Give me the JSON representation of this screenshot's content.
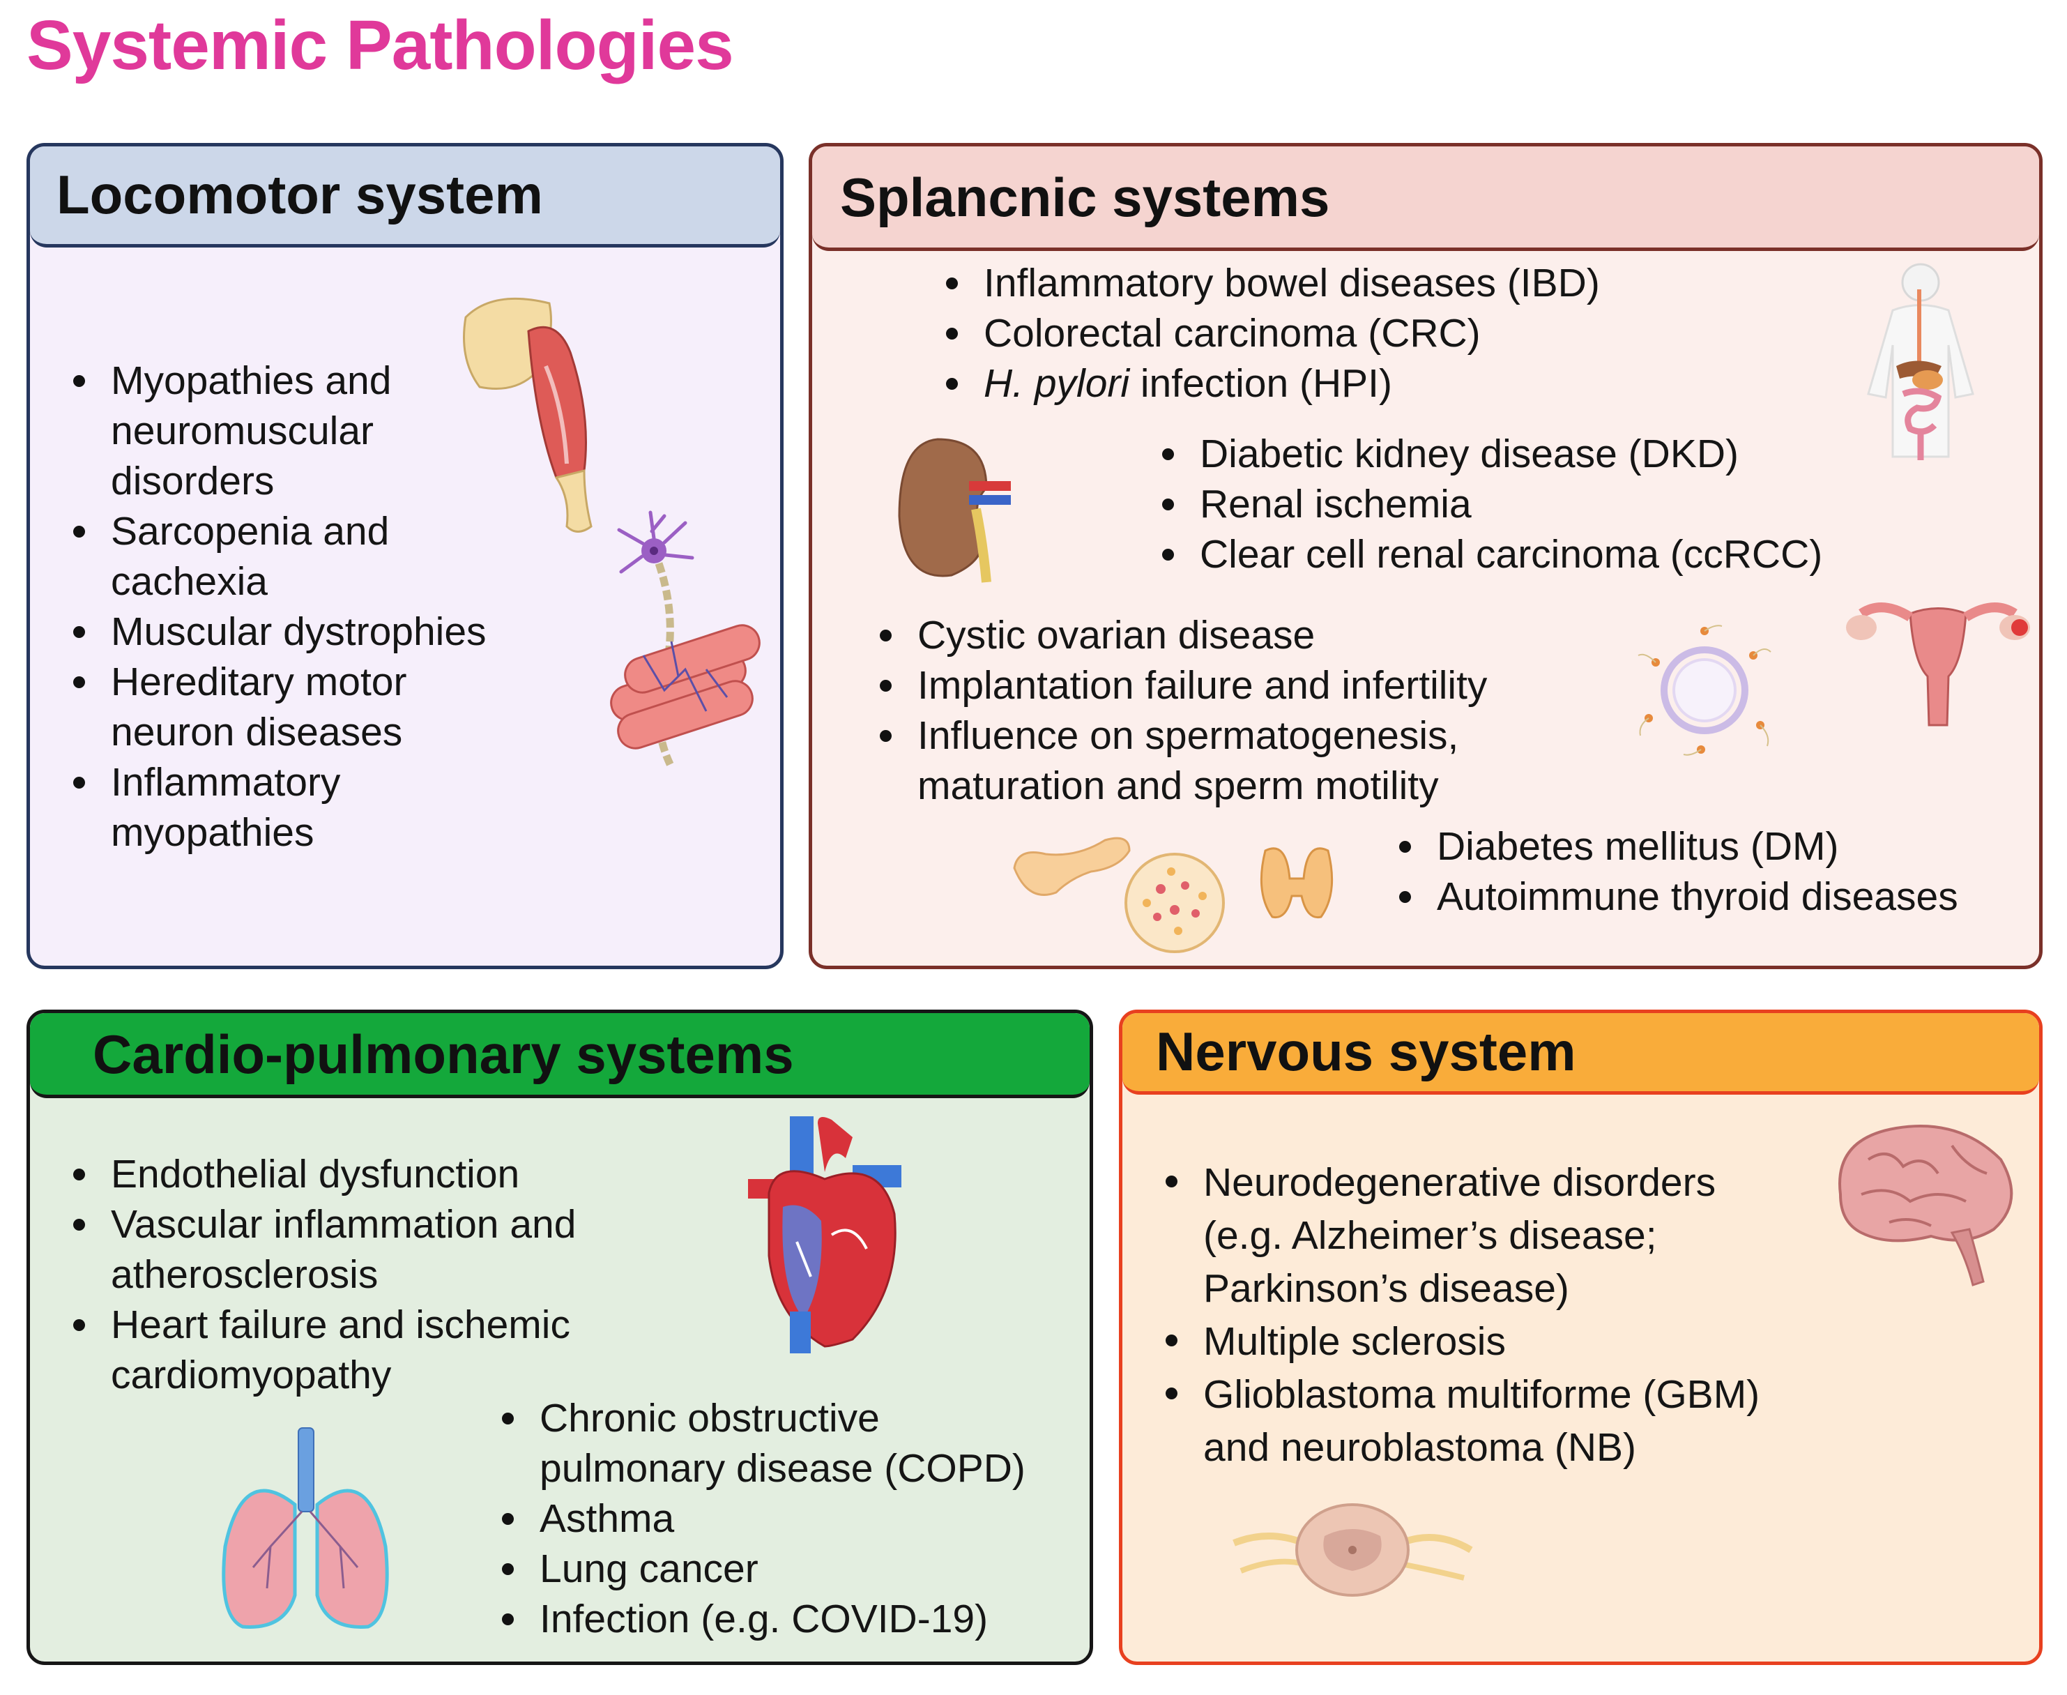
{
  "title": "Systemic Pathologies",
  "colors": {
    "title": "#e0399a",
    "locomotor": {
      "header": "#ccd7e9",
      "body": "#f6effb",
      "border": "#26375e"
    },
    "splanchnic": {
      "header": "#f5d4d0",
      "body": "#fcefec",
      "border": "#7a3029"
    },
    "cardio": {
      "header": "#14a83b",
      "body": "#e3eee0",
      "border": "#161616"
    },
    "nervous": {
      "header": "#f9ac3a",
      "body": "#fdebd8",
      "border": "#e8401f"
    }
  },
  "locomotor": {
    "header": "Locomotor system",
    "items": [
      "Myopathies and\nneuromuscular\ndisorders",
      "Sarcopenia and\ncachexia",
      "Muscular dystrophies",
      "Hereditary motor\nneuron diseases",
      "Inflammatory\nmyopathies"
    ],
    "icons": [
      "arm-muscle-icon",
      "neuron-icon",
      "muscle-fiber-icon"
    ]
  },
  "splanchnic": {
    "header": "Splancnic systems",
    "digestive": {
      "items": [
        {
          "label": "Inflammatory bowel diseases (IBD)"
        },
        {
          "label": "Colorectal carcinoma (CRC)"
        },
        {
          "italic": "H. pylori",
          "label": " infection (HPI)"
        }
      ],
      "icon": "digestive-system-icon"
    },
    "renal": {
      "items": [
        "Diabetic kidney disease (DKD)",
        "Renal ischemia",
        "Clear cell renal carcinoma (ccRCC)"
      ],
      "icon": "kidney-icon"
    },
    "reproductive": {
      "items": [
        "Cystic ovarian disease",
        "Implantation failure and infertility",
        "Influence on spermatogenesis,\nmaturation and sperm motility"
      ],
      "icons": [
        "oocyte-sperm-icon",
        "uterus-icon"
      ]
    },
    "endocrine": {
      "items": [
        "Diabetes mellitus (DM)",
        "Autoimmune thyroid diseases"
      ],
      "icons": [
        "pancreas-icon",
        "islet-icon",
        "thyroid-icon"
      ]
    }
  },
  "cardio": {
    "header": "Cardio-pulmonary systems",
    "cardiac": {
      "items": [
        "Endothelial dysfunction",
        "Vascular inflammation and\natherosclerosis",
        "Heart failure and ischemic\ncardiomyopathy"
      ],
      "icon": "heart-icon"
    },
    "pulmonary": {
      "items": [
        "Chronic obstructive\npulmonary disease (COPD)",
        "Asthma",
        "Lung cancer",
        "Infection (e.g. COVID-19)"
      ],
      "icon": "lungs-icon"
    }
  },
  "nervous": {
    "header": "Nervous system",
    "items": [
      "Neurodegenerative disorders\n(e.g. Alzheimer’s disease;\nParkinson’s disease)",
      "Multiple sclerosis",
      "Glioblastoma multiforme (GBM)\nand neuroblastoma (NB)"
    ],
    "icons": [
      "brain-icon",
      "spinal-cord-icon"
    ]
  }
}
